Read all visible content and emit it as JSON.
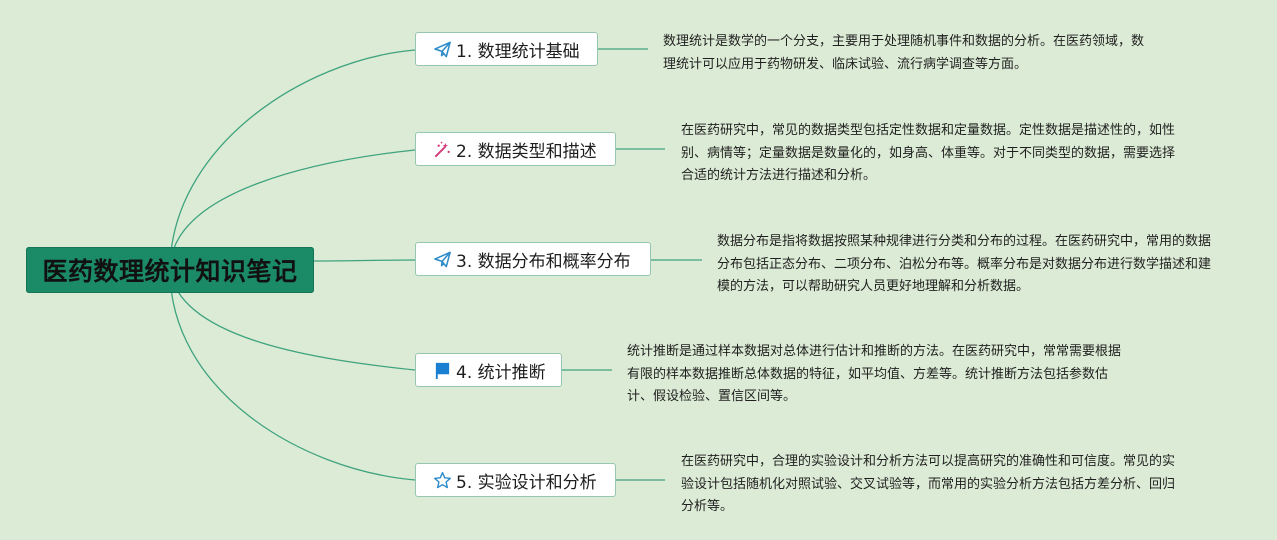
{
  "root": {
    "title": "医药数理统计知识笔记",
    "colors": {
      "background": "#1b8a67",
      "text": "#111111"
    }
  },
  "canvas": {
    "background": "#dcebd5",
    "link_color": "#3fa37f"
  },
  "branches": [
    {
      "label": "1. 数理统计基础",
      "icon": "paper-plane-icon",
      "description": "数理统计是数学的一个分支，主要用于处理随机事件和数据的分析。在医药领域，数理统计可以应用于药物研发、临床试验、流行病学调查等方面。"
    },
    {
      "label": "2. 数据类型和描述",
      "icon": "magic-wand-icon",
      "description": "在医药研究中，常见的数据类型包括定性数据和定量数据。定性数据是描述性的，如性别、病情等；定量数据是数量化的，如身高、体重等。对于不同类型的数据，需要选择合适的统计方法进行描述和分析。"
    },
    {
      "label": "3. 数据分布和概率分布",
      "icon": "paper-plane-icon",
      "description": "数据分布是指将数据按照某种规律进行分类和分布的过程。在医药研究中，常用的数据分布包括正态分布、二项分布、泊松分布等。概率分布是对数据分布进行数学描述和建模的方法，可以帮助研究人员更好地理解和分析数据。"
    },
    {
      "label": "4. 统计推断",
      "icon": "flag-icon",
      "description": "统计推断是通过样本数据对总体进行估计和推断的方法。在医药研究中，常常需要根据有限的样本数据推断总体数据的特征，如平均值、方差等。统计推断方法包括参数估计、假设检验、置信区间等。"
    },
    {
      "label": "5. 实验设计和分析",
      "icon": "star-icon",
      "description": "在医药研究中，合理的实验设计和分析方法可以提高研究的准确性和可信度。常见的实验设计包括随机化对照试验、交叉试验等，而常用的实验分析方法包括方差分析、回归分析等。"
    }
  ]
}
